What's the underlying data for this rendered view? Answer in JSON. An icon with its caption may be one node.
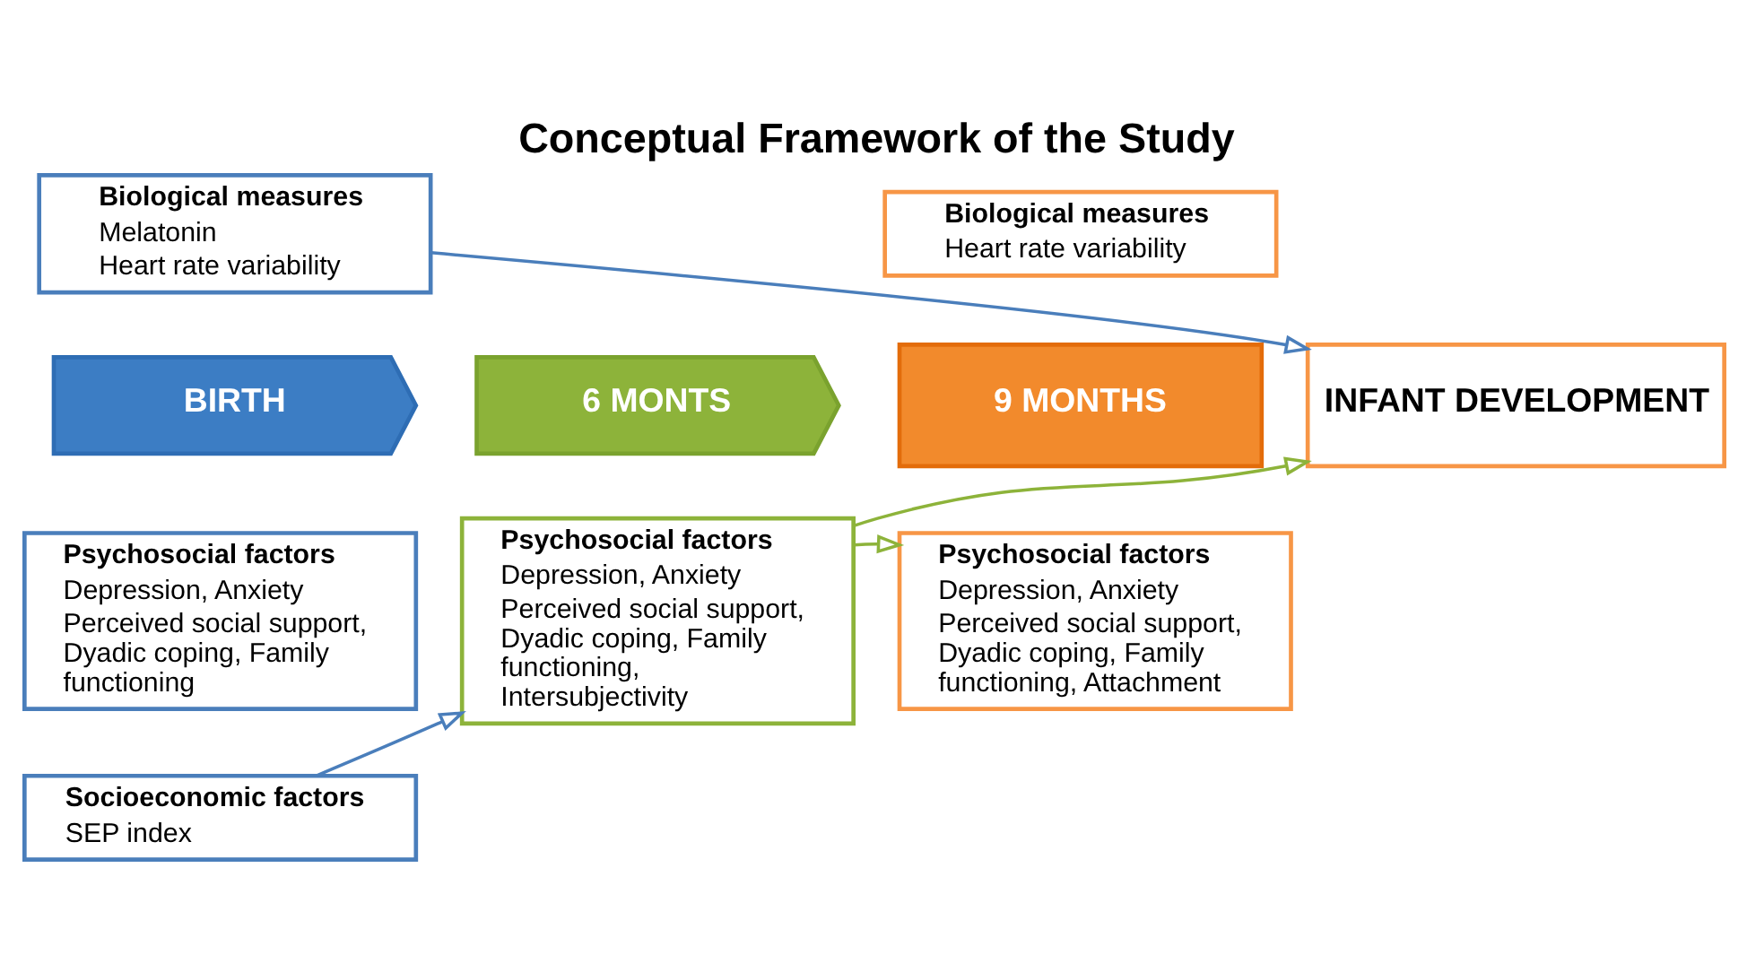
{
  "diagram": {
    "title": "Conceptual Framework of the Study",
    "nodes": [
      {
        "text": [
          "Biological measures",
          "Melatonin",
          "Heart rate variability"
        ]
      },
      {
        "text": [
          "BIRTH"
        ]
      },
      {
        "text": [
          "Psychosocial factors",
          "Depression, Anxiety",
          "Perceived social support, Dyadic coping, Family functioning"
        ]
      },
      {
        "text": [
          "Socioeconomic factors",
          "SEP index"
        ]
      },
      {
        "text": [
          "6 MONTS"
        ]
      },
      {
        "text": [
          "Psychosocial factors",
          "Depression, Anxiety",
          "Perceived social support, Dyadic coping, Family functioning, Intersubjectivity"
        ]
      },
      {
        "text": [
          "Biological measures",
          "Heart rate variability"
        ]
      },
      {
        "text": [
          "9 MONTHS"
        ]
      },
      {
        "text": [
          "INFANT DEVELOPMENT"
        ]
      },
      {
        "text": [
          "Psychosocial factors",
          "Depression, Anxiety",
          "Perceived social support, Dyadic coping, Family functioning, Attachment"
        ]
      }
    ],
    "edges": [
      {
        "from": 0,
        "to": 8,
        "arrow": "to",
        "color": "#4a7ebb"
      },
      {
        "from": 3,
        "to": 5,
        "arrow": "to",
        "color": "#4a7ebb"
      },
      {
        "from": 5,
        "to": 9,
        "arrow": "to",
        "color": "#8db33a"
      },
      {
        "from": 5,
        "to": 8,
        "arrow": "to",
        "color": "#8db33a"
      }
    ]
  }
}
